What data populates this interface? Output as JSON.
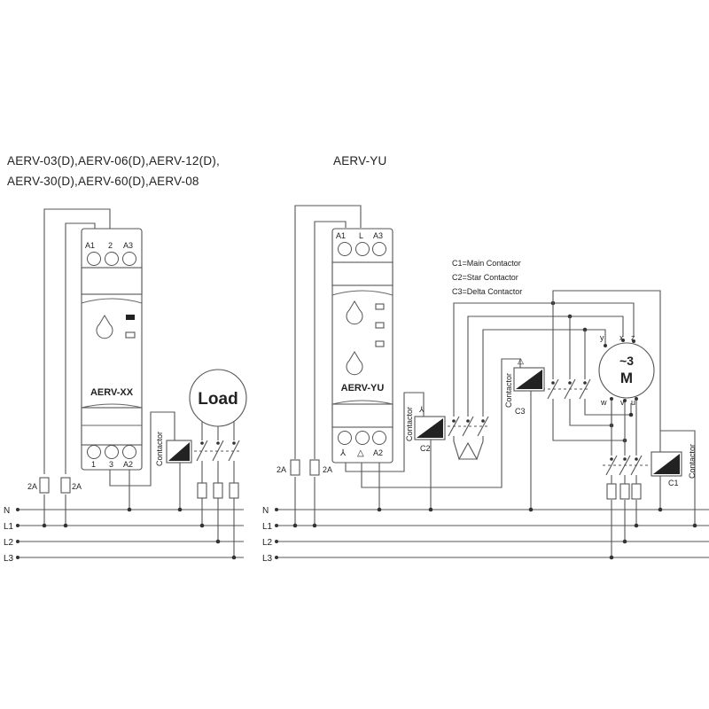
{
  "left": {
    "title_line1": "AERV-03(D),AERV-06(D),AERV-12(D),",
    "title_line2": "AERV-30(D),AERV-60(D),AERV-08",
    "model": "AERV-XX",
    "top_terminals": [
      "A1",
      "2",
      "A3"
    ],
    "bottom_terminals": [
      "1",
      "3",
      "A2"
    ],
    "contactor_label": "Contactor",
    "load_label": "Load",
    "fuse_labels": [
      "2A",
      "2A"
    ]
  },
  "right": {
    "title": "AERV-YU",
    "model": "AERV-YU",
    "top_terminals": [
      "A1",
      "L",
      "A3"
    ],
    "bottom_terminals": [
      "⅄",
      "△",
      "A2"
    ],
    "fuse_labels": [
      "2A",
      "2A"
    ],
    "legend": [
      "C1=Main Contactor",
      "C2=Star Contactor",
      "C3=Delta Contactor"
    ],
    "contactor_labels": [
      "Contactor",
      "Contactor",
      "Contactor"
    ],
    "c_labels": [
      "C2",
      "C3",
      "C1"
    ],
    "c_symbols": [
      "⅄",
      "△"
    ],
    "motor": {
      "line1": "~3",
      "line2": "M",
      "terminals_top": [
        "y",
        "x",
        "z"
      ],
      "terminals_bottom": [
        "w",
        "v",
        "u"
      ]
    }
  },
  "bus_labels": [
    "N",
    "L1",
    "L2",
    "L3"
  ]
}
